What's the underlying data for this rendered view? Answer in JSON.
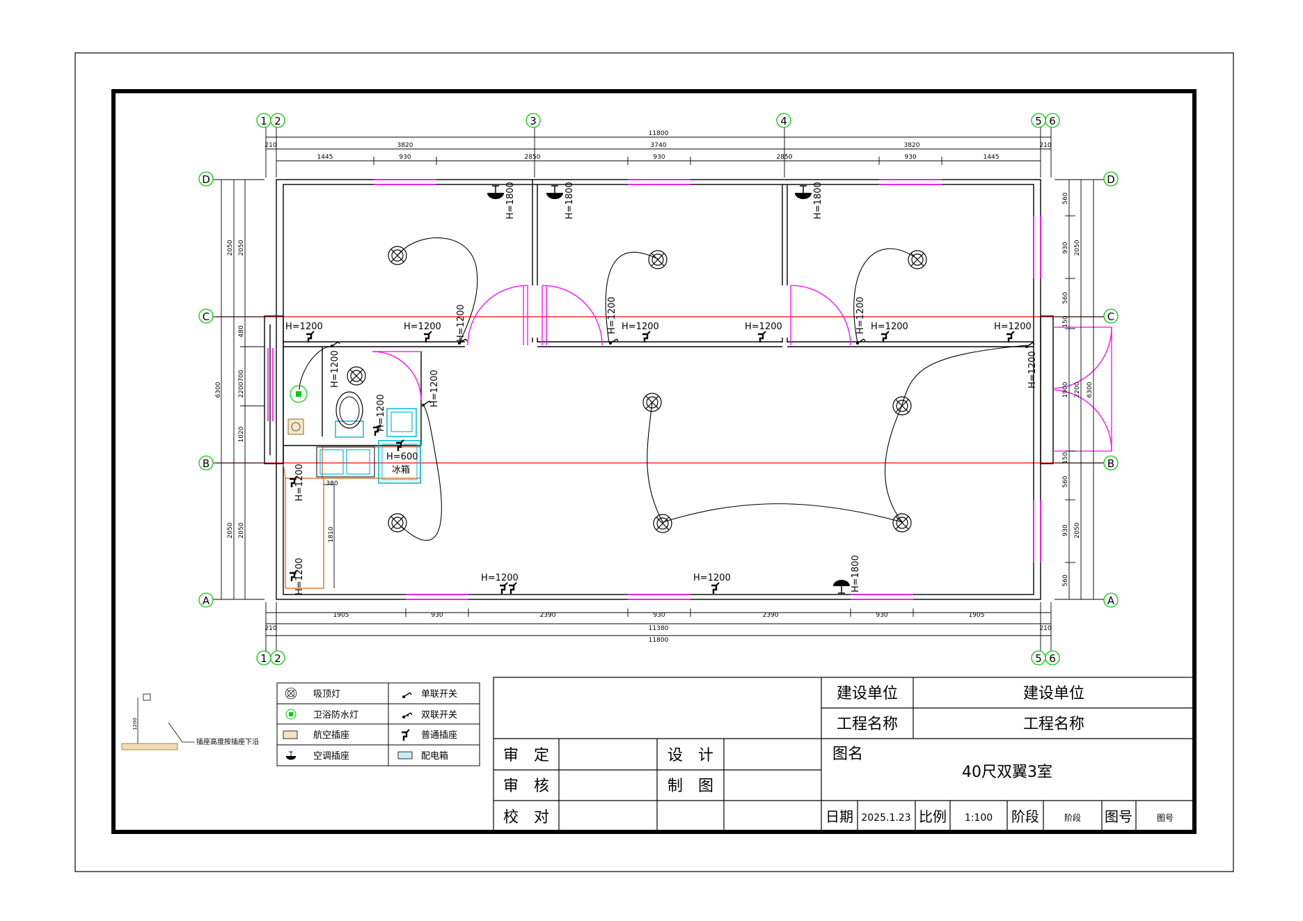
{
  "axes": {
    "vertical": {
      "1": "1",
      "2": "2",
      "3": "3",
      "4": "4",
      "5": "5",
      "6": "6"
    },
    "horizontal": {
      "A": "A",
      "B": "B",
      "C": "C",
      "D": "D"
    }
  },
  "dims_top": {
    "total": "11800",
    "row2": [
      "210",
      "3820",
      "3740",
      "3820",
      "210"
    ],
    "row3": [
      "1445",
      "930",
      "2850",
      "930",
      "2850",
      "930",
      "1445"
    ]
  },
  "dims_bottom": {
    "row1": [
      "1905",
      "930",
      "2390",
      "930",
      "2390",
      "930",
      "1905"
    ],
    "row2": [
      "210",
      "11380",
      "210"
    ],
    "total": "11800"
  },
  "dims_left": {
    "outer": "6300",
    "upper": [
      "2050",
      "2050"
    ],
    "mid": "2200",
    "mid_parts": [
      "480",
      "700",
      "1020"
    ],
    "lower": [
      "2050",
      "2050"
    ],
    "vanity": [
      "380",
      "1810"
    ]
  },
  "dims_right": {
    "upper": [
      "560",
      "930",
      "560"
    ],
    "upper_total": "2050",
    "mid_parts": [
      "150",
      "1900",
      "150"
    ],
    "mid": "2200",
    "outer": "6300",
    "lower": [
      "560",
      "930",
      "560"
    ],
    "lower_total": "2050"
  },
  "heights": {
    "h1800": "H=1800",
    "h1200": "H=1200",
    "h600": "H=600"
  },
  "fridge": "冰箱",
  "legend": [
    {
      "icon": "ceiling-light-icon",
      "label": "吸顶灯"
    },
    {
      "icon": "single-switch-icon",
      "label": "单联开关"
    },
    {
      "icon": "bathroom-light-icon",
      "label": "卫浴防水灯"
    },
    {
      "icon": "double-switch-icon",
      "label": "双联开关"
    },
    {
      "icon": "aviation-socket-icon",
      "label": "航空插座"
    },
    {
      "icon": "socket-icon",
      "label": "普通插座"
    },
    {
      "icon": "ac-socket-icon",
      "label": "空调插座"
    },
    {
      "icon": "distribution-box-icon",
      "label": "配电箱"
    }
  ],
  "socket_note": {
    "height": "1200",
    "text": "插座高度按插座下沿"
  },
  "title_block": {
    "client_label": "建设单位",
    "client_value": "建设单位",
    "project_label": "工程名称",
    "project_value": "工程名称",
    "approve": "审　定",
    "check": "审　核",
    "proof": "校　对",
    "design": "设　计",
    "draw": "制　图",
    "drawing_name_label": "图名",
    "drawing_name": "40尺双翼3室",
    "date_label": "日期",
    "date": "2025.1.23",
    "scale_label": "比例",
    "scale": "1:100",
    "stage_label": "阶段",
    "stage": "阶段",
    "number_label": "图号",
    "number": "图号"
  },
  "colors": {
    "axis": "#00cc00",
    "window": "#ff00ff",
    "axis_line": "#ff0000",
    "fixture": "#00bcd4",
    "vanity": "#e0621f"
  }
}
